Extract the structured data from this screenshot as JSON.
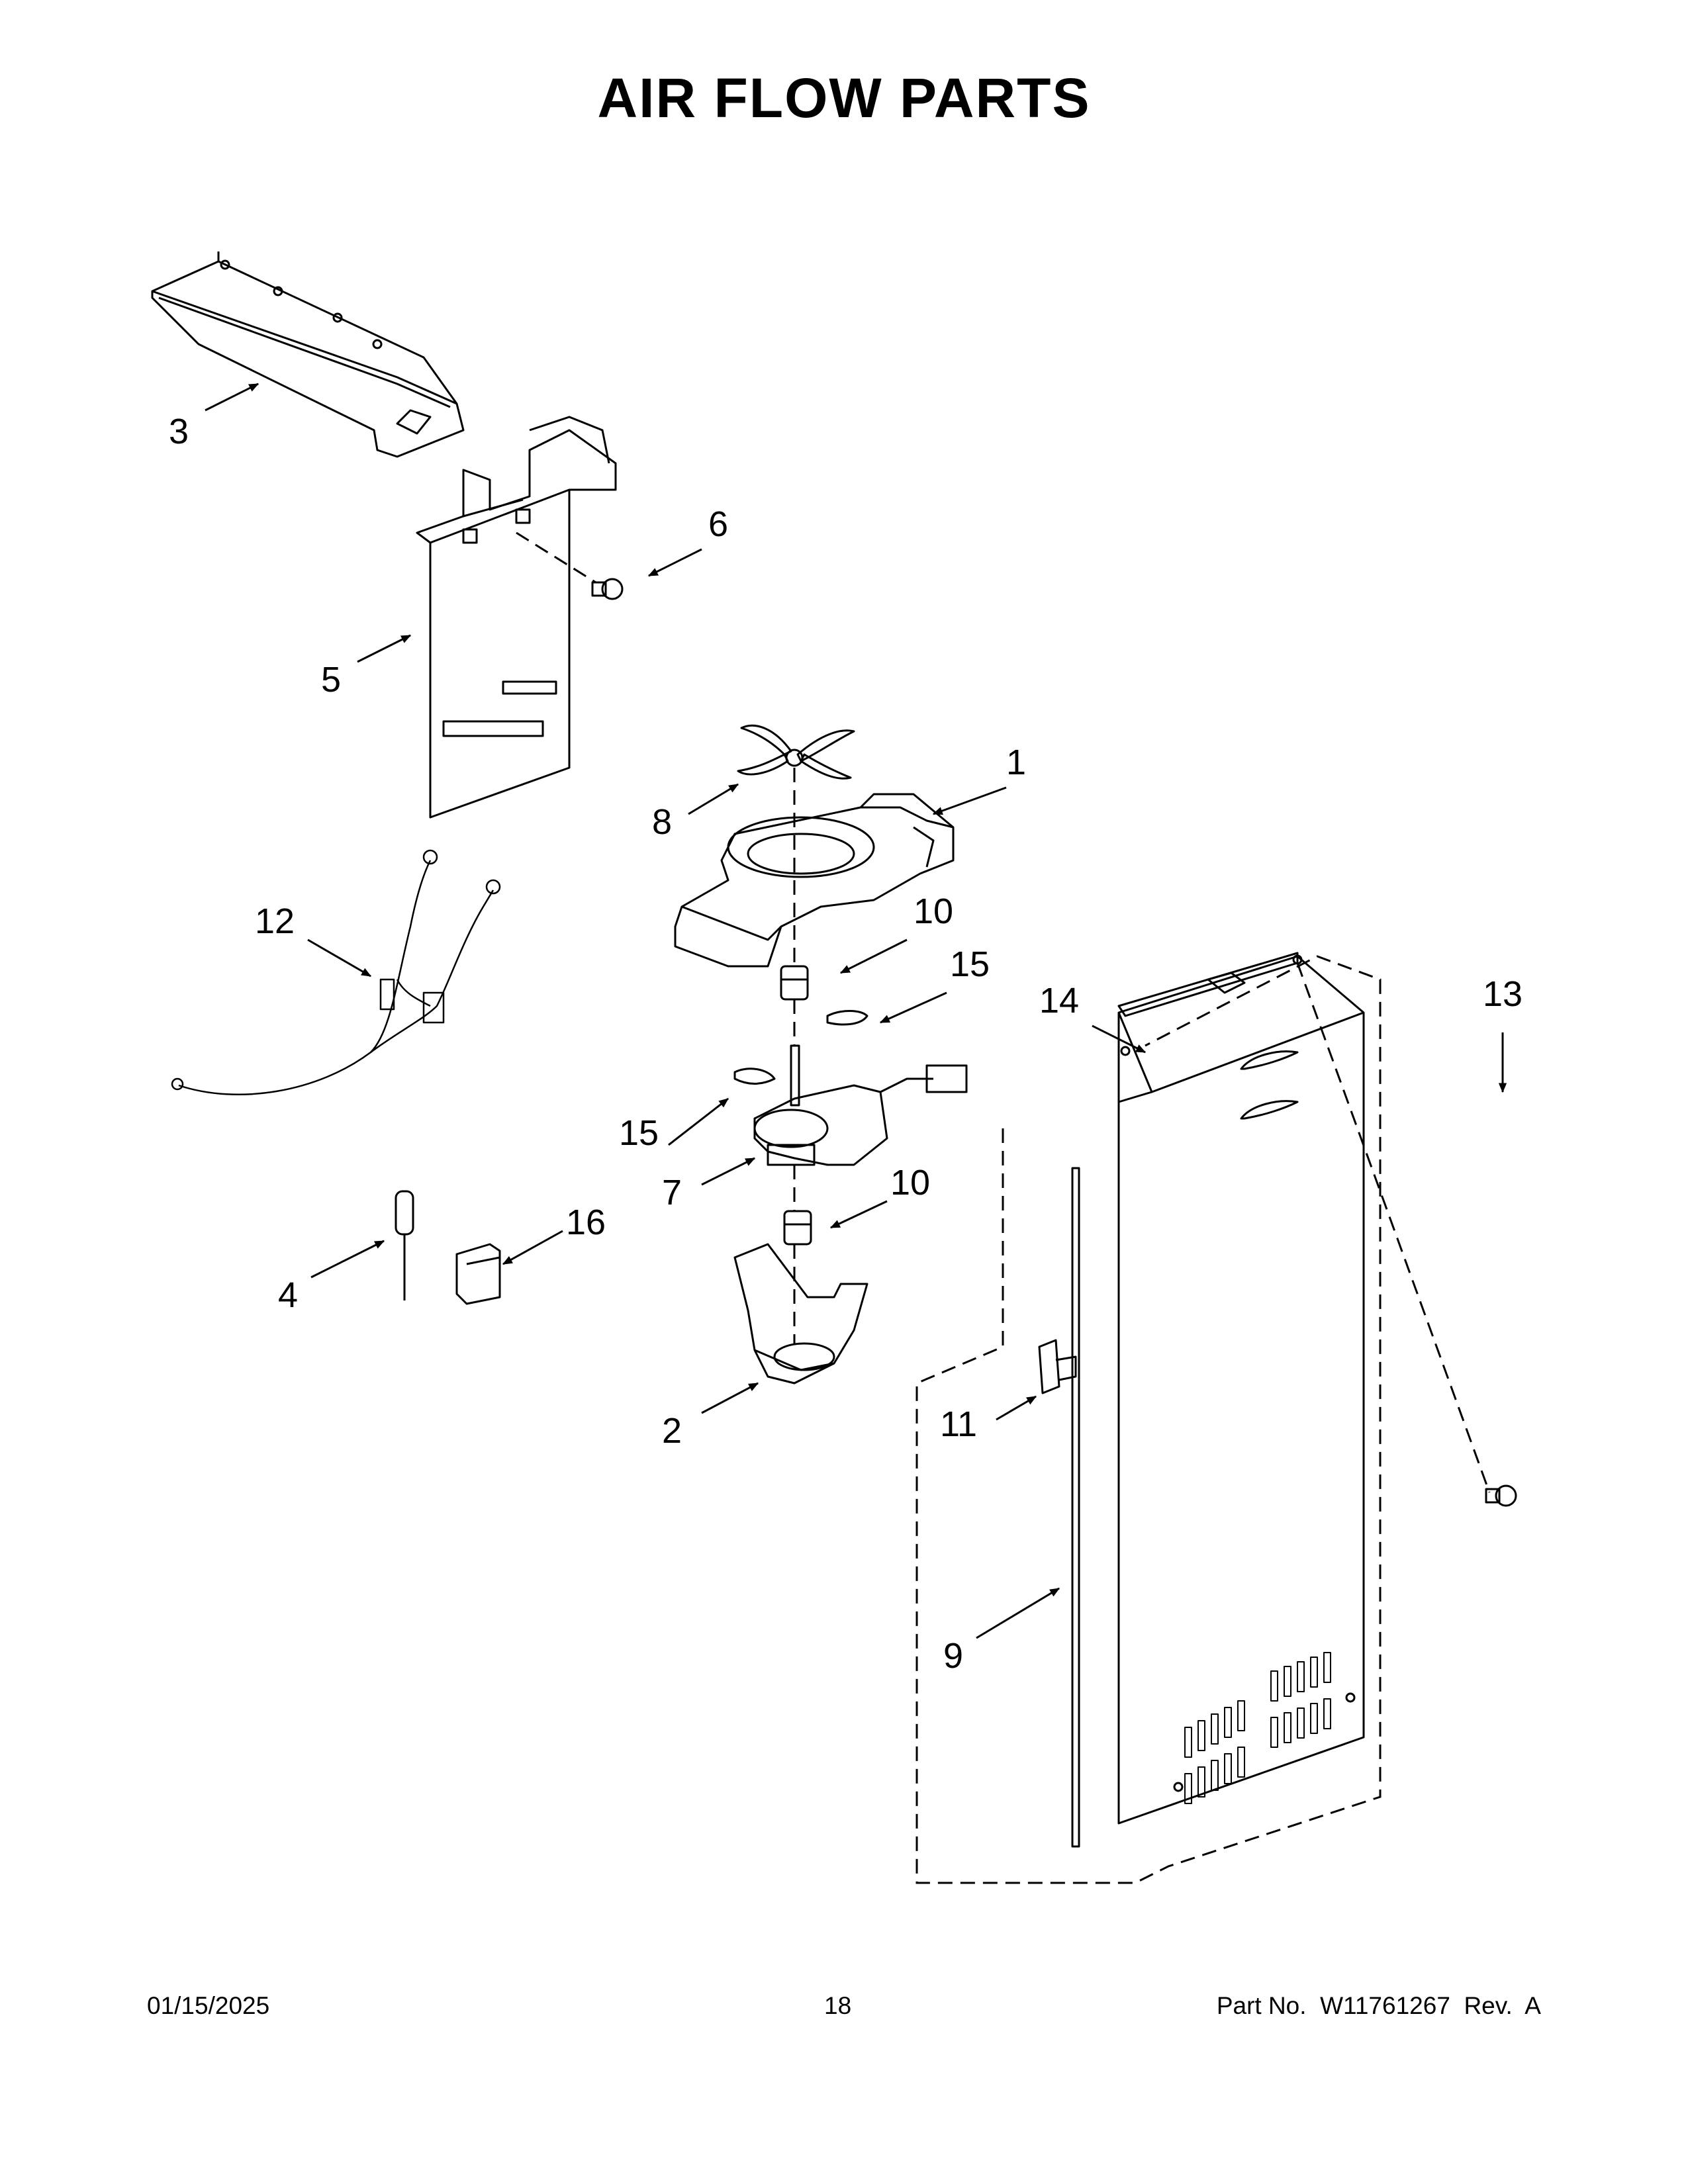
{
  "title": "AIR FLOW PARTS",
  "callouts": [
    "1",
    "2",
    "3",
    "4",
    "5",
    "6",
    "7",
    "8",
    "9",
    "10",
    "10",
    "11",
    "12",
    "13",
    "14",
    "15",
    "15",
    "16"
  ],
  "footer": {
    "date": "01/15/2025",
    "page": "18",
    "part_no": "Part No.  W11761267  Rev.  A"
  }
}
